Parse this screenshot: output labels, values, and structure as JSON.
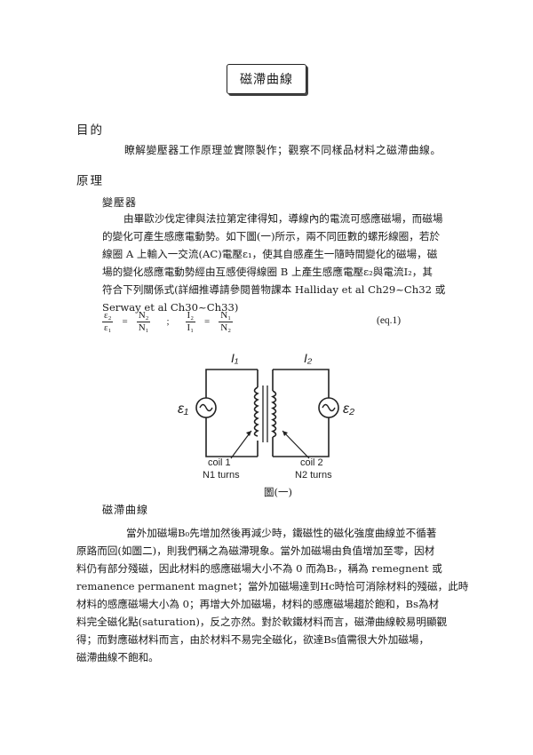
{
  "title": "磁滯曲線",
  "sections": {
    "purpose_heading": "目的",
    "purpose_text": "瞭解變壓器工作原理並實際製作；觀察不同樣品材料之磁滯曲線。",
    "principle_heading": "原理",
    "transformer_heading": "變壓器",
    "transformer_lines": [
      "由畢歐沙伐定律與法拉第定律得知，導線內的電流可感應磁場，而磁場",
      "的變化可產生感應電動勢。如下圖(一)所示，兩不同匝數的螺形線圈，若於",
      "線圈 A 上輸入一交流(AC)電壓ε₁，使其自感產生一隨時間變化的磁場，磁",
      "場的變化感應電動勢經由互感使得線圈 B 上產生感應電壓ε₂與電流I₂，其",
      "符合下列關係式(詳細推導請參閱普物課本 Halliday et al Ch29~Ch32 或",
      "Serway et al Ch30~Ch33)"
    ],
    "hysteresis_heading": "磁滯曲線",
    "hysteresis_lines": [
      "當外加磁場B₀先增加然後再減少時，鐵磁性的磁化強度曲線並不循著",
      "原路而回(如圖二)，則我們稱之為磁滯現象。當外加磁場由負值增加至零，因材",
      "料仍有部分殘磁，因此材料的感應磁場大小不為 0 而為Bᵣ，稱為 remegnent 或",
      "remanence permanent magnet；當外加磁場達到Hc時恰可消除材料的殘磁，此時",
      "材料的感應磁場大小為 0；再增大外加磁場，材料的感應磁場趨於飽和，Bs為材",
      "料完全磁化點(saturation)，反之亦然。對於軟鐵材料而言，磁滯曲線較易明顯觀",
      "得；而對應磁材料而言，由於材料不易完全磁化，欲達Bs值需很大外加磁場，",
      "磁滯曲線不飽和。"
    ]
  },
  "equation": {
    "eps2": "ε₂",
    "eps1": "ε₁",
    "n2": "N₂",
    "n1": "N₁",
    "i2": "I₂",
    "i1": "I₁",
    "sep": ";",
    "eq_label": "(eq.1)"
  },
  "figure": {
    "label_i1": "I₁",
    "label_i2": "I₂",
    "label_eps1": "ε₁",
    "label_eps2": "ε₂",
    "coil1_line1": "coil 1",
    "coil1_line2": "N1 turns",
    "coil2_line1": "coil 2",
    "coil2_line2": "N2 turns",
    "caption": "圖(一)"
  }
}
